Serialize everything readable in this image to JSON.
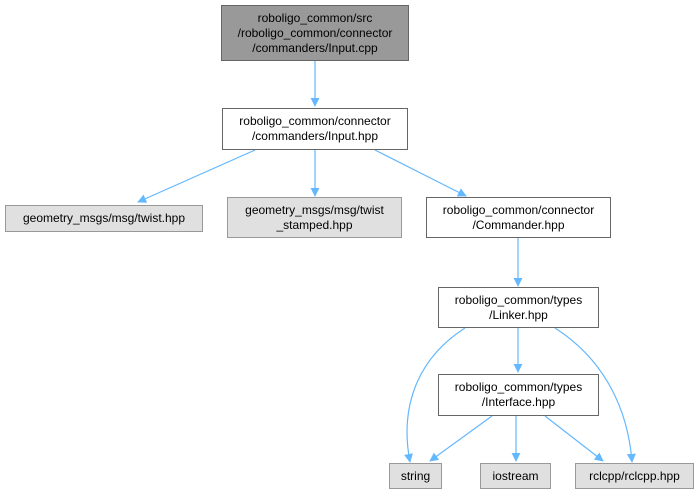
{
  "colors": {
    "edge": "#63b8ff",
    "root_fill": "#999999",
    "external_fill": "#e0e0e0",
    "border": "#666666"
  },
  "nodes": {
    "input_cpp": {
      "lines": [
        "roboligo_common/src",
        "/roboligo_common/connector",
        "/commanders/Input.cpp"
      ]
    },
    "input_hpp": {
      "lines": [
        "roboligo_common/connector",
        "/commanders/Input.hpp"
      ]
    },
    "twist": {
      "lines": [
        "geometry_msgs/msg/twist.hpp"
      ]
    },
    "twist_stamped": {
      "lines": [
        "geometry_msgs/msg/twist",
        "_stamped.hpp"
      ]
    },
    "commander": {
      "lines": [
        "roboligo_common/connector",
        "/Commander.hpp"
      ]
    },
    "linker": {
      "lines": [
        "roboligo_common/types",
        "/Linker.hpp"
      ]
    },
    "interface": {
      "lines": [
        "roboligo_common/types",
        "/Interface.hpp"
      ]
    },
    "string": {
      "lines": [
        "string"
      ]
    },
    "iostream": {
      "lines": [
        "iostream"
      ]
    },
    "rclcpp": {
      "lines": [
        "rclcpp/rclcpp.hpp"
      ]
    }
  }
}
